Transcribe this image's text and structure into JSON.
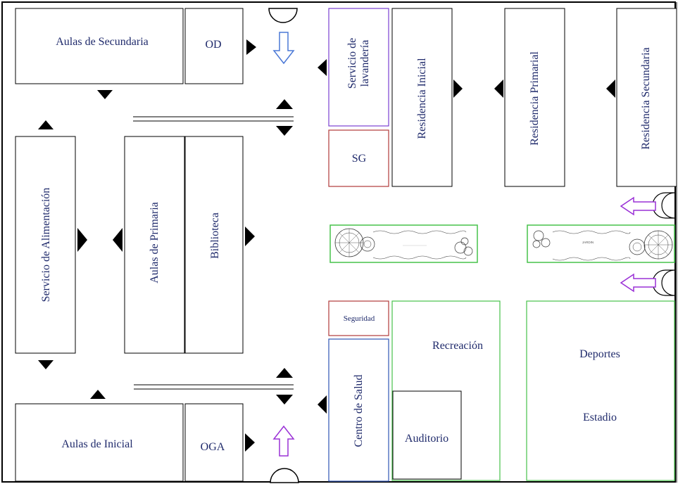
{
  "rooms": {
    "aulas_secundaria": "Aulas de Secundaria",
    "od": "OD",
    "servicio_lavanderia_1": "Servicio de",
    "servicio_lavanderia_2": "lavandería",
    "residencia_inicial": "Residencia Inicial",
    "residencia_primarial": "Residencia Primarial",
    "residencia_secundaria": "Residencia Secundaria",
    "sg": "SG",
    "servicio_alimentacion": "Servicio de Alimentación",
    "aulas_primaria": "Aulas de Primaria",
    "biblioteca": "Biblioteca",
    "seguridad": "Seguridad",
    "recreacion": "Recreación",
    "deportes": "Deportes",
    "estadio": "Estadio",
    "centro_salud": "Centro de Salud",
    "auditorio": "Auditorio",
    "aulas_inicial": "Aulas de Inicial",
    "oga": "OGA",
    "jardin": "JARDIN"
  },
  "colors": {
    "black": "#000000",
    "text": "#1f2a6b",
    "purple": "#7a3fd1",
    "red": "#b03a3a",
    "blue": "#2e55b5",
    "green": "#46c24a",
    "arrow_blue": "#4a78d6",
    "arrow_purple": "#9a30d6"
  }
}
